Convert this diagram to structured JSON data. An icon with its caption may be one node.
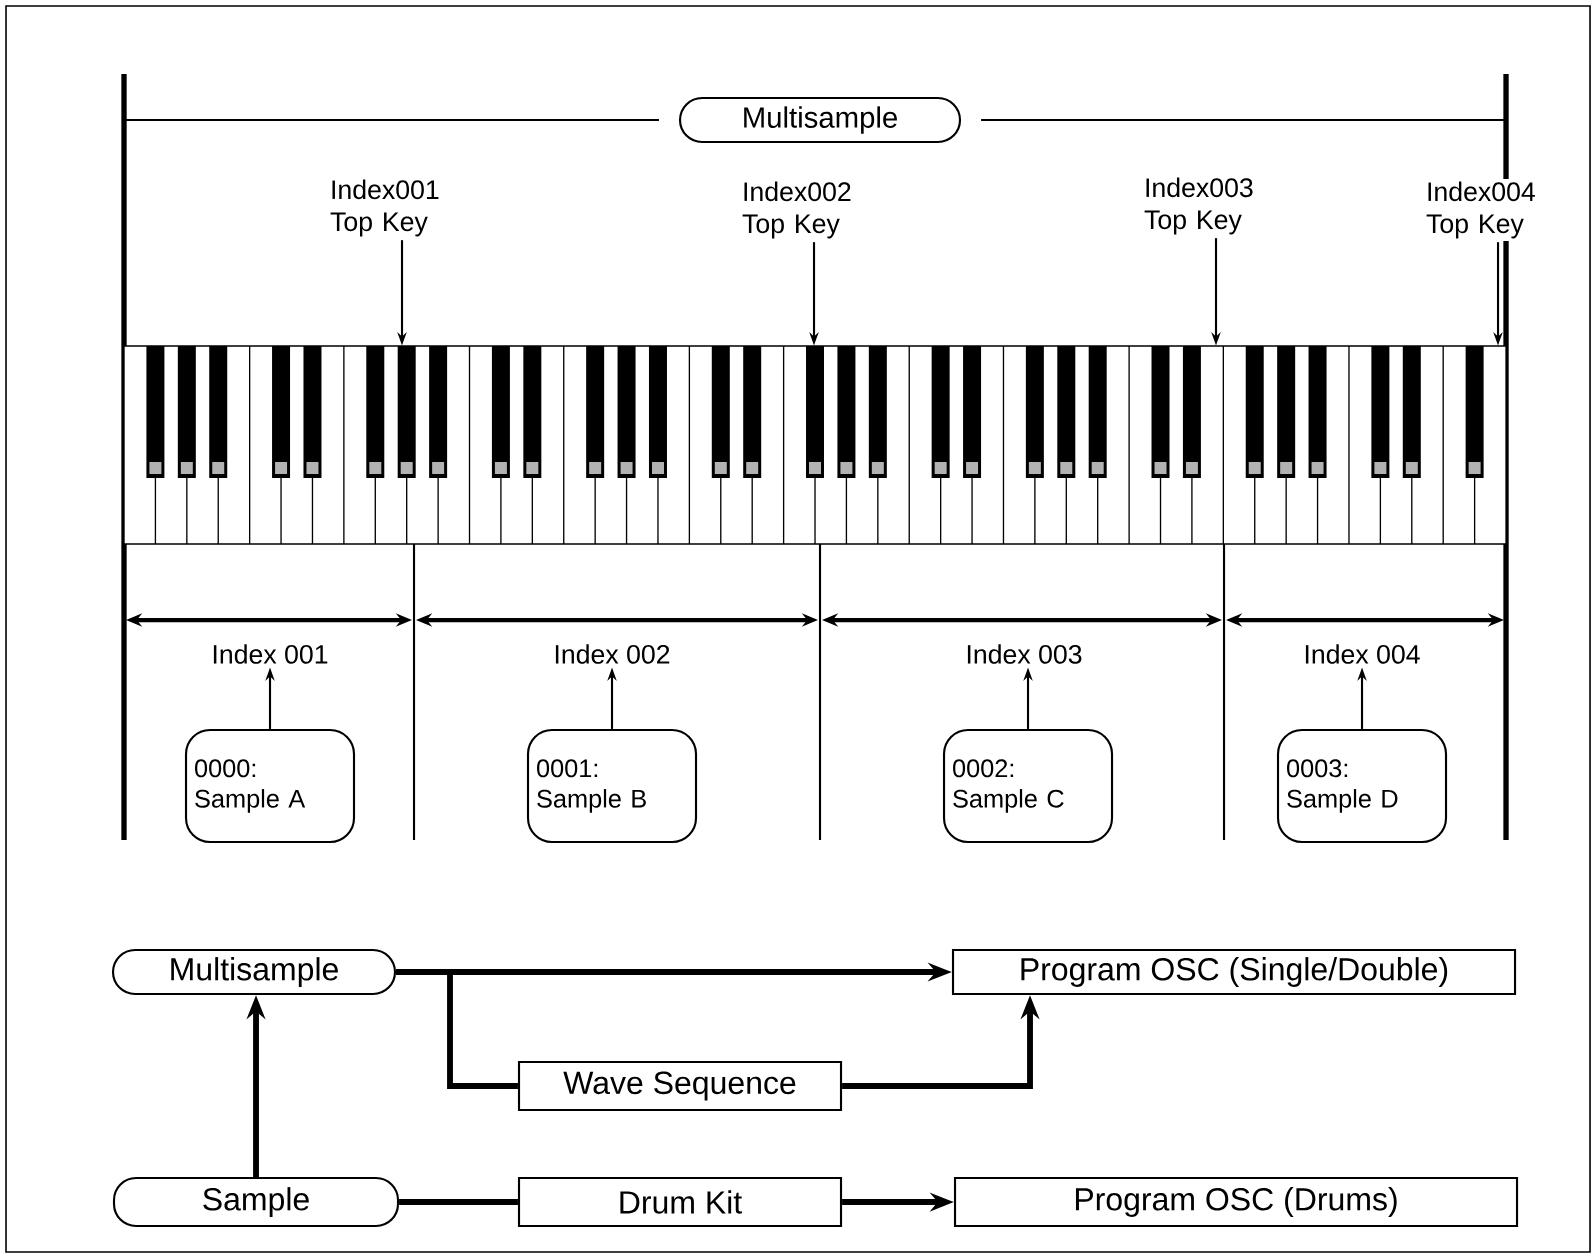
{
  "diagram": {
    "nodes": [
      {
        "text": [
          "Multisample"
        ]
      },
      {
        "text": [
          "Index001 Top Key"
        ]
      },
      {
        "text": [
          "Index002 Top Key"
        ]
      },
      {
        "text": [
          "Index003 Top Key"
        ]
      },
      {
        "text": [
          "Index004 Top Key"
        ]
      },
      {
        "text": [],
        "shape": "picture"
      },
      {
        "text": [
          "Index 001"
        ]
      },
      {
        "text": [
          "Index 002"
        ]
      },
      {
        "text": [
          "Index 003"
        ]
      },
      {
        "text": [
          "Index 004"
        ]
      },
      {
        "text": [
          "0000: Sample A"
        ]
      },
      {
        "text": [
          "0001: Sample B"
        ]
      },
      {
        "text": [
          "0002: Sample C"
        ]
      },
      {
        "text": [
          "0003: Sample D"
        ]
      },
      {
        "text": [
          "Multisample"
        ]
      },
      {
        "text": [
          "Program OSC (Single/Double)"
        ]
      },
      {
        "text": [
          "Wave Sequence"
        ]
      },
      {
        "text": [
          "Sample"
        ]
      },
      {
        "text": [
          "Drum Kit"
        ]
      },
      {
        "text": [
          "Program OSC (Drums)"
        ]
      }
    ],
    "edges": [
      {
        "from": 1,
        "to": 5,
        "arrow": "to"
      },
      {
        "from": 2,
        "to": 5,
        "arrow": "to"
      },
      {
        "from": 3,
        "to": 5,
        "arrow": "to"
      },
      {
        "from": 4,
        "to": 5,
        "arrow": "to"
      },
      {
        "from": 10,
        "to": 6,
        "arrow": "to"
      },
      {
        "from": 11,
        "to": 7,
        "arrow": "to"
      },
      {
        "from": 12,
        "to": 8,
        "arrow": "to"
      },
      {
        "from": 13,
        "to": 9,
        "arrow": "to"
      },
      {
        "from": 14,
        "to": 15,
        "arrow": "to",
        "style": "thick"
      },
      {
        "from": 14,
        "to": 16,
        "arrow": "none",
        "style": "thick"
      },
      {
        "from": 16,
        "to": 15,
        "arrow": "to",
        "style": "thick"
      },
      {
        "from": 17,
        "to": 14,
        "arrow": "to",
        "style": "thick"
      },
      {
        "from": 17,
        "to": 18,
        "arrow": "none",
        "style": "thick"
      },
      {
        "from": 18,
        "to": 19,
        "arrow": "to",
        "style": "thick"
      }
    ]
  }
}
